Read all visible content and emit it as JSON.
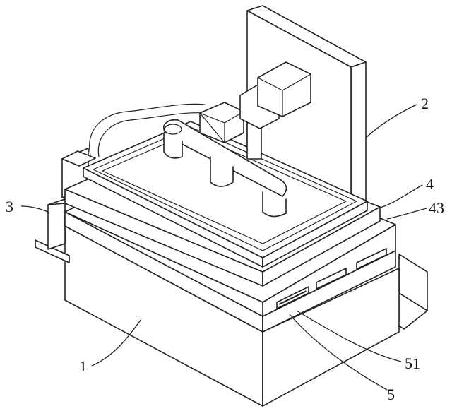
{
  "labels": {
    "l1": "1",
    "l2": "2",
    "l3": "3",
    "l4": "4",
    "l43": "43",
    "l5": "5",
    "l51": "51"
  }
}
